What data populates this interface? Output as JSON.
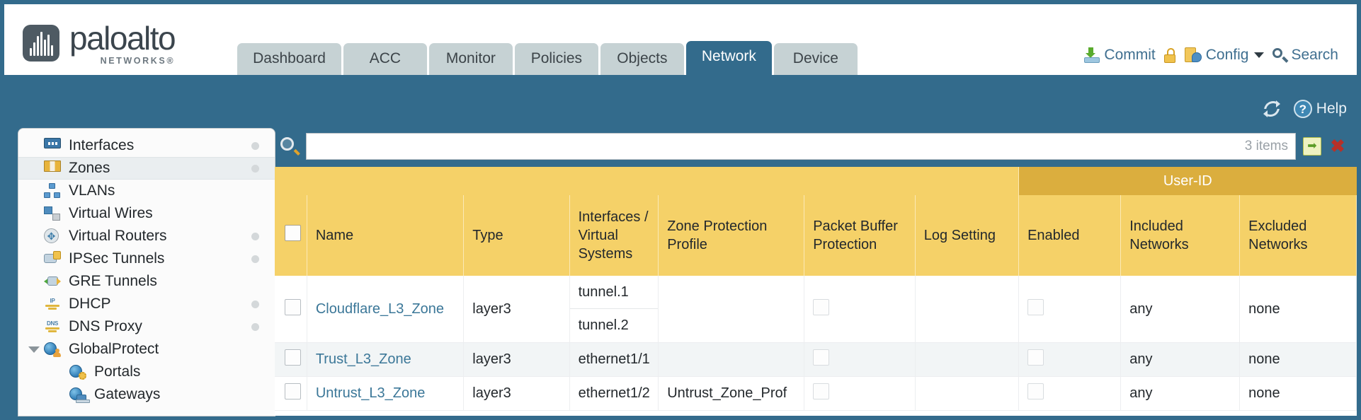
{
  "header": {
    "brand_name": "paloalto",
    "brand_sub": "NETWORKS®",
    "tabs": [
      {
        "label": "Dashboard",
        "active": false
      },
      {
        "label": "ACC",
        "active": false
      },
      {
        "label": "Monitor",
        "active": false
      },
      {
        "label": "Policies",
        "active": false
      },
      {
        "label": "Objects",
        "active": false
      },
      {
        "label": "Network",
        "active": true
      },
      {
        "label": "Device",
        "active": false
      }
    ],
    "actions": {
      "commit": "Commit",
      "config": "Config",
      "search": "Search"
    },
    "utility": {
      "help": "Help",
      "help_glyph": "?"
    }
  },
  "sidebar": {
    "items": [
      {
        "label": "Interfaces",
        "icon": "interfaces-icon",
        "selected": false,
        "dot": true,
        "child": false,
        "twisty": false
      },
      {
        "label": "Zones",
        "icon": "zones-icon",
        "selected": true,
        "dot": true,
        "child": false,
        "twisty": false
      },
      {
        "label": "VLANs",
        "icon": "vlans-icon",
        "selected": false,
        "dot": false,
        "child": false,
        "twisty": false
      },
      {
        "label": "Virtual Wires",
        "icon": "virtual-wires-icon",
        "selected": false,
        "dot": false,
        "child": false,
        "twisty": false
      },
      {
        "label": "Virtual Routers",
        "icon": "virtual-routers-icon",
        "selected": false,
        "dot": true,
        "child": false,
        "twisty": false
      },
      {
        "label": "IPSec Tunnels",
        "icon": "ipsec-tunnels-icon",
        "selected": false,
        "dot": true,
        "child": false,
        "twisty": false
      },
      {
        "label": "GRE Tunnels",
        "icon": "gre-tunnels-icon",
        "selected": false,
        "dot": false,
        "child": false,
        "twisty": false
      },
      {
        "label": "DHCP",
        "icon": "dhcp-icon",
        "selected": false,
        "dot": true,
        "child": false,
        "twisty": false
      },
      {
        "label": "DNS Proxy",
        "icon": "dns-proxy-icon",
        "selected": false,
        "dot": true,
        "child": false,
        "twisty": false
      },
      {
        "label": "GlobalProtect",
        "icon": "globalprotect-icon",
        "selected": false,
        "dot": false,
        "child": false,
        "twisty": true
      },
      {
        "label": "Portals",
        "icon": "portals-icon",
        "selected": false,
        "dot": false,
        "child": true,
        "twisty": false
      },
      {
        "label": "Gateways",
        "icon": "gateways-icon",
        "selected": false,
        "dot": false,
        "child": true,
        "twisty": false
      }
    ]
  },
  "filter": {
    "value": "",
    "placeholder": "",
    "item_count": "3 items"
  },
  "table": {
    "group_header": "User-ID",
    "columns": [
      "Name",
      "Type",
      "Interfaces / Virtual Systems",
      "Zone Protection Profile",
      "Packet Buffer Protection",
      "Log Setting",
      "Enabled",
      "Included Networks",
      "Excluded Networks"
    ],
    "rows": [
      {
        "name": "Cloudflare_L3_Zone",
        "type": "layer3",
        "interfaces": [
          "tunnel.1",
          "tunnel.2"
        ],
        "zone_protection_profile": "",
        "packet_buffer_protection": false,
        "log_setting": "",
        "userid_enabled": false,
        "included_networks": "any",
        "excluded_networks": "none"
      },
      {
        "name": "Trust_L3_Zone",
        "type": "layer3",
        "interfaces": [
          "ethernet1/1"
        ],
        "zone_protection_profile": "",
        "packet_buffer_protection": false,
        "log_setting": "",
        "userid_enabled": false,
        "included_networks": "any",
        "excluded_networks": "none"
      },
      {
        "name": "Untrust_L3_Zone",
        "type": "layer3",
        "interfaces": [
          "ethernet1/2"
        ],
        "zone_protection_profile": "Untrust_Zone_Prof",
        "packet_buffer_protection": false,
        "log_setting": "",
        "userid_enabled": false,
        "included_networks": "any",
        "excluded_networks": "none"
      }
    ]
  },
  "colors": {
    "page_blue": "#336b8c",
    "header_gold": "#f5d168",
    "group_gold": "#dbae3e",
    "link_blue": "#3b7798",
    "tab_inactive": "#c6d2d4"
  }
}
